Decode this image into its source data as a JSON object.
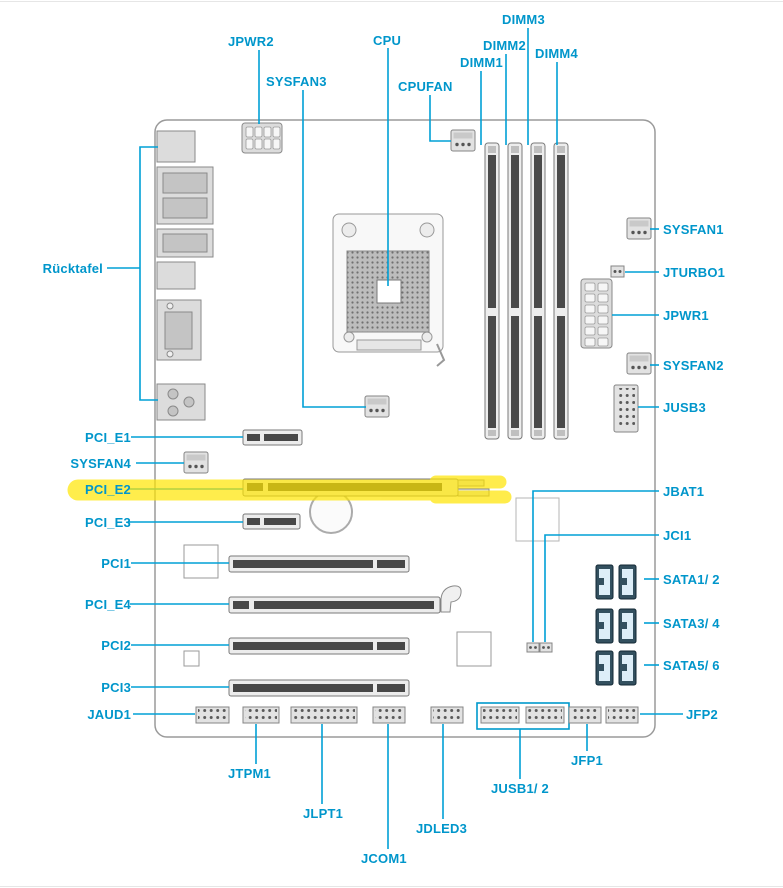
{
  "diagram": {
    "kind": "motherboard-layout-manual-figure",
    "highlighted_label": "PCI_E2"
  },
  "colors": {
    "label_text": "#0096cb",
    "leader_line": "#00a0d6",
    "highlight_marker": "#ffe500",
    "board_outline": "#9a9a9a",
    "usb12_box": "#0099cc"
  },
  "labels": {
    "jpwr2": "JPWR2",
    "cpu": "CPU",
    "sysfan3": "SYSFAN3",
    "cpufan": "CPUFAN",
    "dimm1": "DIMM1",
    "dimm2": "DIMM2",
    "dimm3": "DIMM3",
    "dimm4": "DIMM4",
    "sysfan1": "SYSFAN1",
    "jturbo1": "JTURBO1",
    "jpwr1": "JPWR1",
    "sysfan2": "SYSFAN2",
    "jusb3": "JUSB3",
    "jbat1": "JBAT1",
    "jci1": "JCI1",
    "sata12": "SATA1/ 2",
    "sata34": "SATA3/ 4",
    "sata56": "SATA5/ 6",
    "jfp2": "JFP2",
    "jfp1": "JFP1",
    "jusb12": "JUSB1/ 2",
    "jdled3": "JDLED3",
    "jcom1": "JCOM1",
    "jlpt1": "JLPT1",
    "jtpm1": "JTPM1",
    "jaud1": "JAUD1",
    "ruecktafel": "Rücktafel",
    "pci_e1": "PCI_E1",
    "sysfan4": "SYSFAN4",
    "pci_e2": "PCI_E2",
    "pci_e3": "PCI_E3",
    "pci1": "PCI1",
    "pci_e4": "PCI_E4",
    "pci2": "PCI2",
    "pci3": "PCI3"
  }
}
